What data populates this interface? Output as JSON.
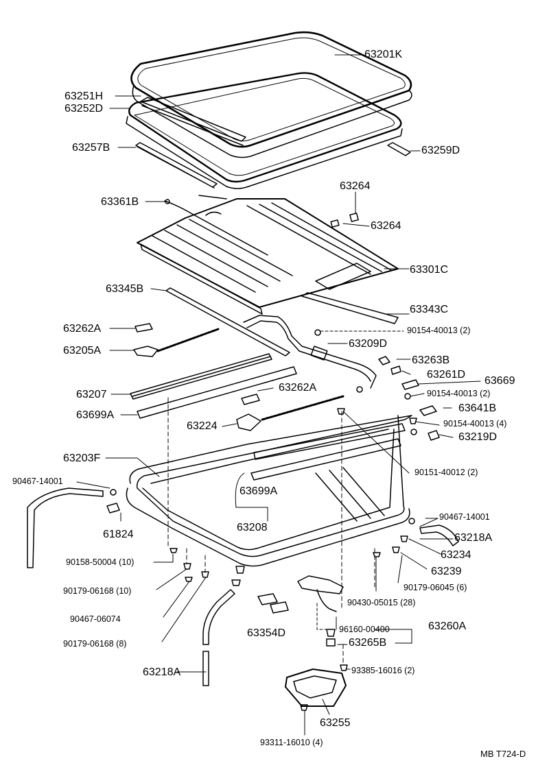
{
  "diagram": {
    "ref_code": "MB T724-D",
    "callouts": {
      "c63201K": "63201K",
      "c63251H": "63251H",
      "c63252D": "63252D",
      "c63257B": "63257B",
      "c63259D": "63259D",
      "c63264a": "63264",
      "c63264b": "63264",
      "c63361B": "63361B",
      "c63301C": "63301C",
      "c63345B": "63345B",
      "c63343C": "63343C",
      "c63262Aa": "63262A",
      "c90154a": "90154-40013 (2)",
      "c63209D": "63209D",
      "c63205A": "63205A",
      "c63263B": "63263B",
      "c63261D": "63261D",
      "c63669": "63669",
      "c63207": "63207",
      "c63262Ab": "63262A",
      "c90154b": "90154-40013 (2)",
      "c63641B": "63641B",
      "c63699Aa": "63699A",
      "c90154c": "90154-40013 (4)",
      "c63224": "63224",
      "c63219D": "63219D",
      "c63203F": "63203F",
      "c90151": "90151-40012 (2)",
      "c90467a": "90467-14001",
      "c63699Ab": "63699A",
      "c90467b": "90467-14001",
      "c63208": "63208",
      "c63218Aa": "63218A",
      "c61824": "61824",
      "c63234": "63234",
      "c90158": "90158-50004 (10)",
      "c63239": "63239",
      "c90179a": "90179-06168 (10)",
      "c90179b": "90179-06045 (6)",
      "c90430": "90430-05015 (28)",
      "c90467c": "90467-06074",
      "c96160": "96160-00400",
      "c63260A": "63260A",
      "c63354D": "63354D",
      "c63265B": "63265B",
      "c90179c": "90179-06168 (8)",
      "c93385": "93385-16016 (2)",
      "c63218Ab": "63218A",
      "c63255": "63255",
      "c93311": "93311-16010 (4)"
    }
  }
}
